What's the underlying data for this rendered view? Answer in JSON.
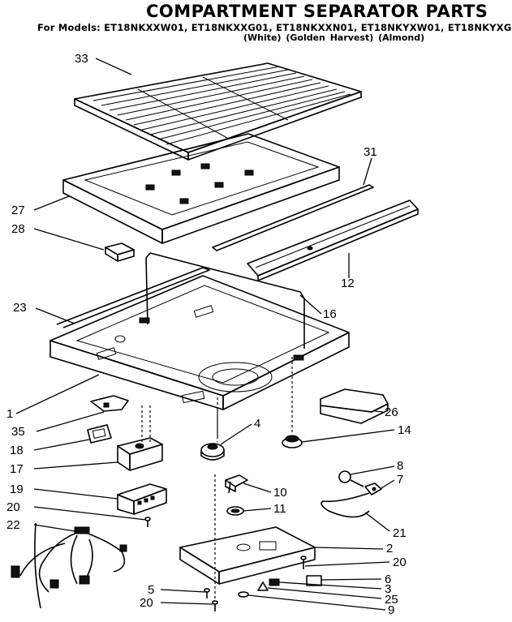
{
  "header": {
    "title": "COMPARTMENT SEPARATOR PARTS",
    "models": "For Models: ET18NKXXW01, ET18NKXXG01, ET18NKXXN01, ET18NKYXW01, ET18NKYXG",
    "colors": "(White)   (Golden Harvest)   (Almond)"
  },
  "callouts": {
    "p33": "33",
    "p31": "31",
    "p27": "27",
    "p28": "28",
    "p12": "12",
    "p23": "23",
    "p16": "16",
    "p1": "1",
    "p26": "26",
    "p35": "35",
    "p14": "14",
    "p4": "4",
    "p18": "18",
    "p17": "17",
    "p8": "8",
    "p7": "7",
    "p19": "19",
    "p10": "10",
    "p20a": "20",
    "p11": "11",
    "p22": "22",
    "p21": "21",
    "p2": "2",
    "p20b": "20",
    "p6": "6",
    "p5": "5",
    "p3": "3",
    "p25": "25",
    "p20c": "20",
    "p9": "9"
  }
}
